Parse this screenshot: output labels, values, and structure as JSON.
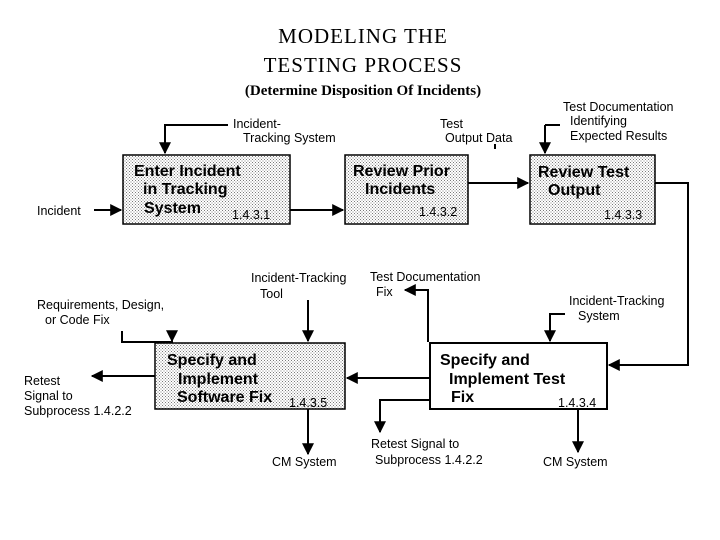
{
  "title": [
    "MODELING  THE",
    "TESTING  PROCESS"
  ],
  "subtitle": "(Determine Disposition Of Incidents)",
  "boxes": {
    "enter": {
      "label": [
        "Enter Incident",
        "in Tracking",
        "System"
      ],
      "number": "1.4.3.1"
    },
    "review_prior": {
      "label": [
        "Review Prior",
        "Incidents"
      ],
      "number": "1.4.3.2"
    },
    "review_test": {
      "label": [
        "Review Test",
        "Output"
      ],
      "number": "1.4.3.3"
    },
    "specify_test": {
      "label": [
        "Specify and",
        "Implement Test",
        "Fix"
      ],
      "number": "1.4.3.4"
    },
    "specify_software": {
      "label": [
        "Specify and",
        "Implement",
        "Software Fix"
      ],
      "number": "1.4.3.5"
    }
  },
  "labels": {
    "incident": "Incident",
    "tracking_system_top": [
      "Incident-",
      "Tracking System"
    ],
    "test_output_data": [
      "Test",
      "Output Data"
    ],
    "test_documentation_expected": [
      "Test Documentation",
      "Identifying",
      "Expected Results"
    ],
    "requirements": [
      "Requirements, Design,",
      "or Code Fix"
    ],
    "retest_left": [
      "Retest",
      "Signal to",
      "Subprocess 1.4.2.2"
    ],
    "tracking_tool": [
      "Incident-Tracking",
      "Tool"
    ],
    "test_documentation_fix": [
      "Test Documentation",
      "Fix"
    ],
    "tracking_system_right": [
      "Incident-Tracking",
      "System"
    ],
    "cm_system_left": "CM System",
    "retest_center": [
      "Retest Signal  to",
      "Subprocess 1.4.2.2"
    ],
    "cm_system_right": "CM System"
  }
}
